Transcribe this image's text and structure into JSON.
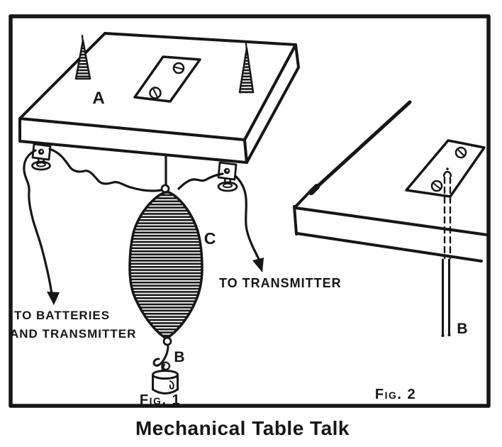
{
  "page": {
    "title": "Mechanical Table Talk"
  },
  "fig1": {
    "caption": "Fig. 1",
    "board_label": "A",
    "coil_label": "C",
    "hook_label": "B",
    "wire_note_left_line1": "TO BATTERIES",
    "wire_note_left_line2": "AND TRANSMITTER",
    "wire_note_right": "TO TRANSMITTER"
  },
  "fig2": {
    "caption": "Fig. 2",
    "rod_label": "B"
  },
  "colors": {
    "ink": "#161616",
    "paper": "#ffffff"
  }
}
